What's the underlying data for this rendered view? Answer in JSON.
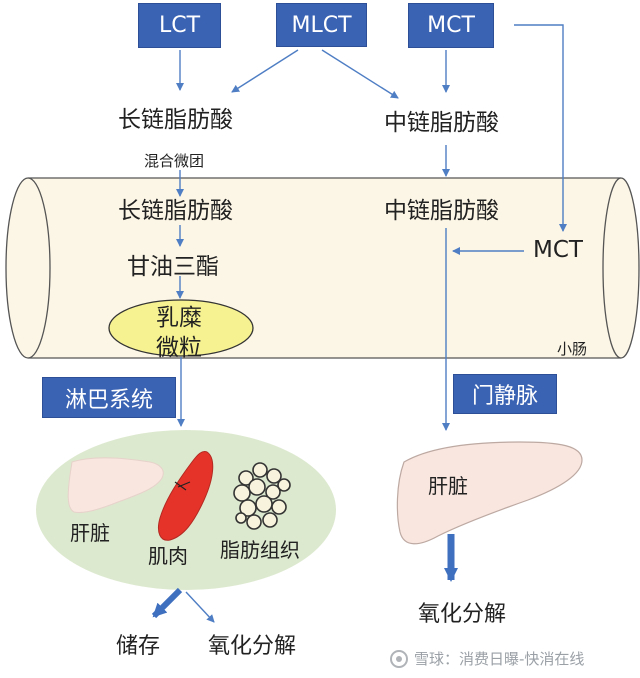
{
  "boxes": {
    "lct": "LCT",
    "mlct": "MLCT",
    "mct": "MCT",
    "lymph": "淋巴系统",
    "portal": "门静脉"
  },
  "labels": {
    "lcfa_top": "长链脂肪酸",
    "mcfa_top": "中链脂肪酸",
    "micelle": "混合微团",
    "lcfa_in": "长链脂肪酸",
    "mcfa_in": "中链脂肪酸",
    "triglyceride": "甘油三酯",
    "mct_in": "MCT",
    "chylo_1": "乳糜",
    "chylo_2": "微粒",
    "intestine": "小肠",
    "liver_left": "肝脏",
    "muscle": "肌肉",
    "fat_tissue": "脂肪组织",
    "liver_right": "肝脏",
    "storage": "储存",
    "oxid_left": "氧化分解",
    "oxid_right": "氧化分解"
  },
  "watermark": "雪球：消费日曝-快消在线",
  "colors": {
    "box_blue": "#3b63b4",
    "arrow_blue": "#4f7ec4",
    "tube_fill": "#fcf6e6",
    "tube_stroke": "#555555",
    "chylo_fill": "#f6f291",
    "ellipse_green": "#dde9cf",
    "liver_fill": "#f9e6df",
    "muscle_red": "#e6332a"
  }
}
